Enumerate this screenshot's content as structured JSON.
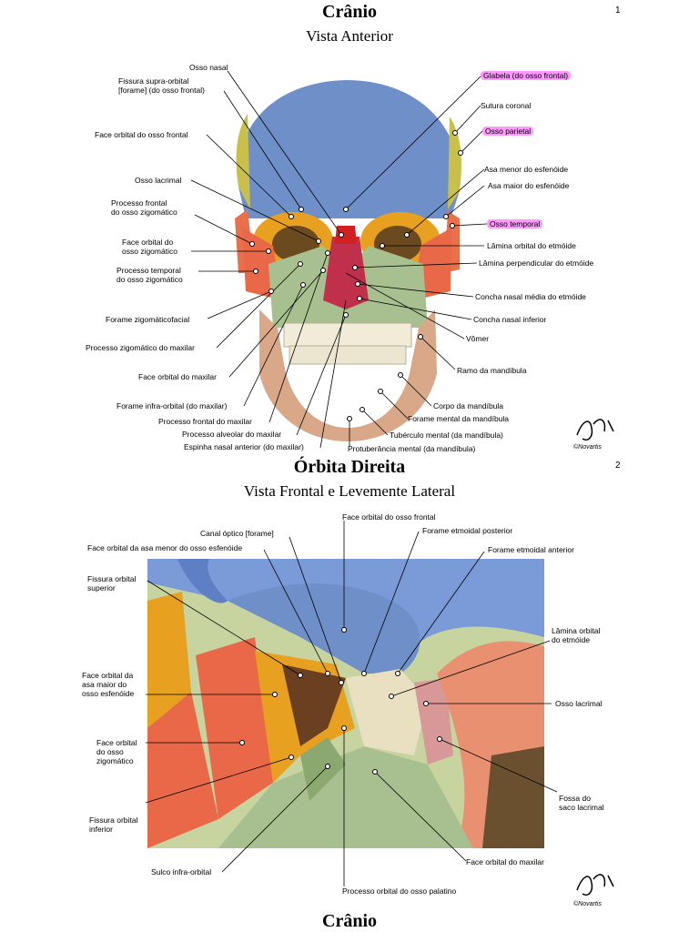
{
  "section1": {
    "title": "Crânio",
    "subtitle": "Vista Anterior",
    "labels": {
      "osso_nasal": "Osso nasal",
      "fissura_supra_orbital": "Fissura supra-orbital\n[forame] (do osso frontal)",
      "face_orbital_frontal": "Face orbital do osso frontal",
      "osso_lacrimal": "Osso lacrimal",
      "processo_frontal_zigomatico": "Processo frontal\ndo osso zigomático",
      "face_orbital_zigomatico": "Face orbital do\nosso zigomático",
      "processo_temporal_zigomatico": "Processo temporal\ndo osso zigomático",
      "forame_zigomaticofacial": "Forame zigomáticofacial",
      "processo_zigomatico_maxilar": "Processo zigomático do maxilar",
      "face_orbital_maxilar": "Face orbital do maxilar",
      "forame_infra_orbital": "Forame infra-orbital (do maxilar)",
      "processo_frontal_maxilar": "Processo frontal do maxilar",
      "processo_alveolar_maxilar": "Processo alveolar do maxilar",
      "espinha_nasal": "Espinha nasal anterior (do maxilar)",
      "glabela": "Glabela (do osso frontal)",
      "sutura_coronal": "Sutura coronal",
      "osso_parietal": "Osso parietal",
      "asa_menor": "Asa menor do esfenóide",
      "asa_maior": "Asa maior do esfenóide",
      "osso_temporal": "Osso temporal",
      "lamina_orbital_etmoide": "Lâmina orbital do etmóide",
      "lamina_perpendicular": "Lâmina perpendicular do etmóide",
      "concha_media": "Concha nasal média do etmóide",
      "concha_inferior": "Concha nasal inferior",
      "vomer": "Vômer",
      "ramo_mandibula": "Ramo da mandíbula",
      "corpo_mandibula": "Corpo da mandíbula",
      "forame_mental": "Forame mental da mandíbula",
      "tuberculo_mental": "Tubérculo mental (da mandíbula)",
      "protuberancia_mental": "Protuberância mental (da mandíbula)"
    },
    "logo_text": "©Novartis"
  },
  "section2": {
    "title": "Órbita Direita",
    "subtitle": "Vista Frontal e Levemente Lateral",
    "labels": {
      "face_orbital_frontal": "Face orbital do osso frontal",
      "canal_optico": "Canal óptico [forame]",
      "forame_etmoidal_posterior": "Forame etmoidal posterior",
      "face_orbital_asa_menor": "Face orbital da asa menor do osso esfenóide",
      "forame_etmoidal_anterior": "Forame etmoidal anterior",
      "fissura_orbital_superior": "Fissura orbital\nsuperior",
      "lamina_orbital_etmoide": "Lâmina orbital\ndo etmóide",
      "face_orbital_asa_maior": "Face orbital da\nasa maior do\nosso esfenóide",
      "osso_lacrimal": "Osso lacrimal",
      "face_orbital_zigomatico": "Face orbital\ndo osso\nzigomático",
      "fossa_saco_lacrimal": "Fossa do\nsaco lacrimal",
      "fissura_orbital_inferior": "Fissura orbital\ninferior",
      "face_orbital_maxilar": "Face orbital do maxilar",
      "sulco_infra_orbital": "Sulco infra-orbital",
      "processo_orbital_palatino": "Processo orbital do osso palatino"
    },
    "logo_text": "©Novartis"
  },
  "section3": {
    "title": "Crânio"
  },
  "page_marks": [
    "1",
    "2"
  ],
  "colors": {
    "frontal": "#6e8fc8",
    "parietal": "#c8c04a",
    "temporal": "#e8704a",
    "sphenoid": "#e8a020",
    "zygomatic": "#e86848",
    "maxilla": "#a8c090",
    "mandible": "#d8a888",
    "nasal": "#d02020",
    "ethmoid": "#e8e0c0",
    "lacrimal": "#d89898",
    "highlight": "#ff99ff"
  }
}
